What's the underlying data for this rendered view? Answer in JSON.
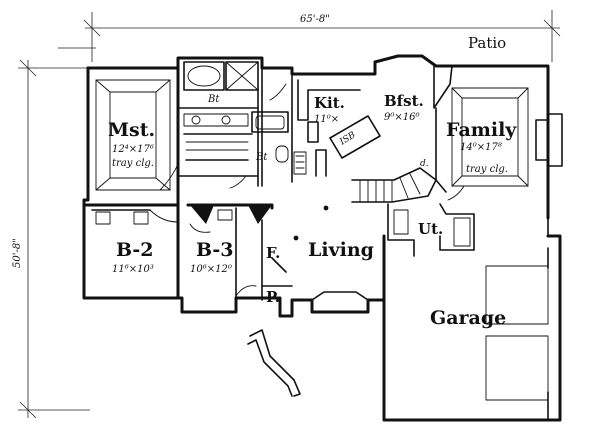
{
  "dimensions": {
    "width_label": "65'-8\"",
    "depth_label": "50'-8\""
  },
  "rooms": {
    "patio": {
      "name": "Patio"
    },
    "master": {
      "name": "Mst.",
      "size": "12⁴×17⁶",
      "note": "tray clg."
    },
    "bath": {
      "name": "Bt"
    },
    "bath2": {
      "name": "Bt"
    },
    "kitchen": {
      "name": "Kit.",
      "size": "11⁰×"
    },
    "breakfast": {
      "name": "Bfst.",
      "size": "9⁰×16⁰"
    },
    "family": {
      "name": "Family",
      "size": "14⁰×17⁸",
      "note": "tray clg."
    },
    "bed2": {
      "name": "B-2",
      "size": "11⁶×10³"
    },
    "bed3": {
      "name": "B-3",
      "size": "10⁶×12⁰"
    },
    "foyer": {
      "name": "F."
    },
    "living": {
      "name": "Living"
    },
    "utility": {
      "name": "Ut."
    },
    "porch": {
      "name": "P."
    },
    "garage": {
      "name": "Garage"
    },
    "island": {
      "name": "ISB"
    },
    "dn": {
      "name": "d."
    }
  }
}
